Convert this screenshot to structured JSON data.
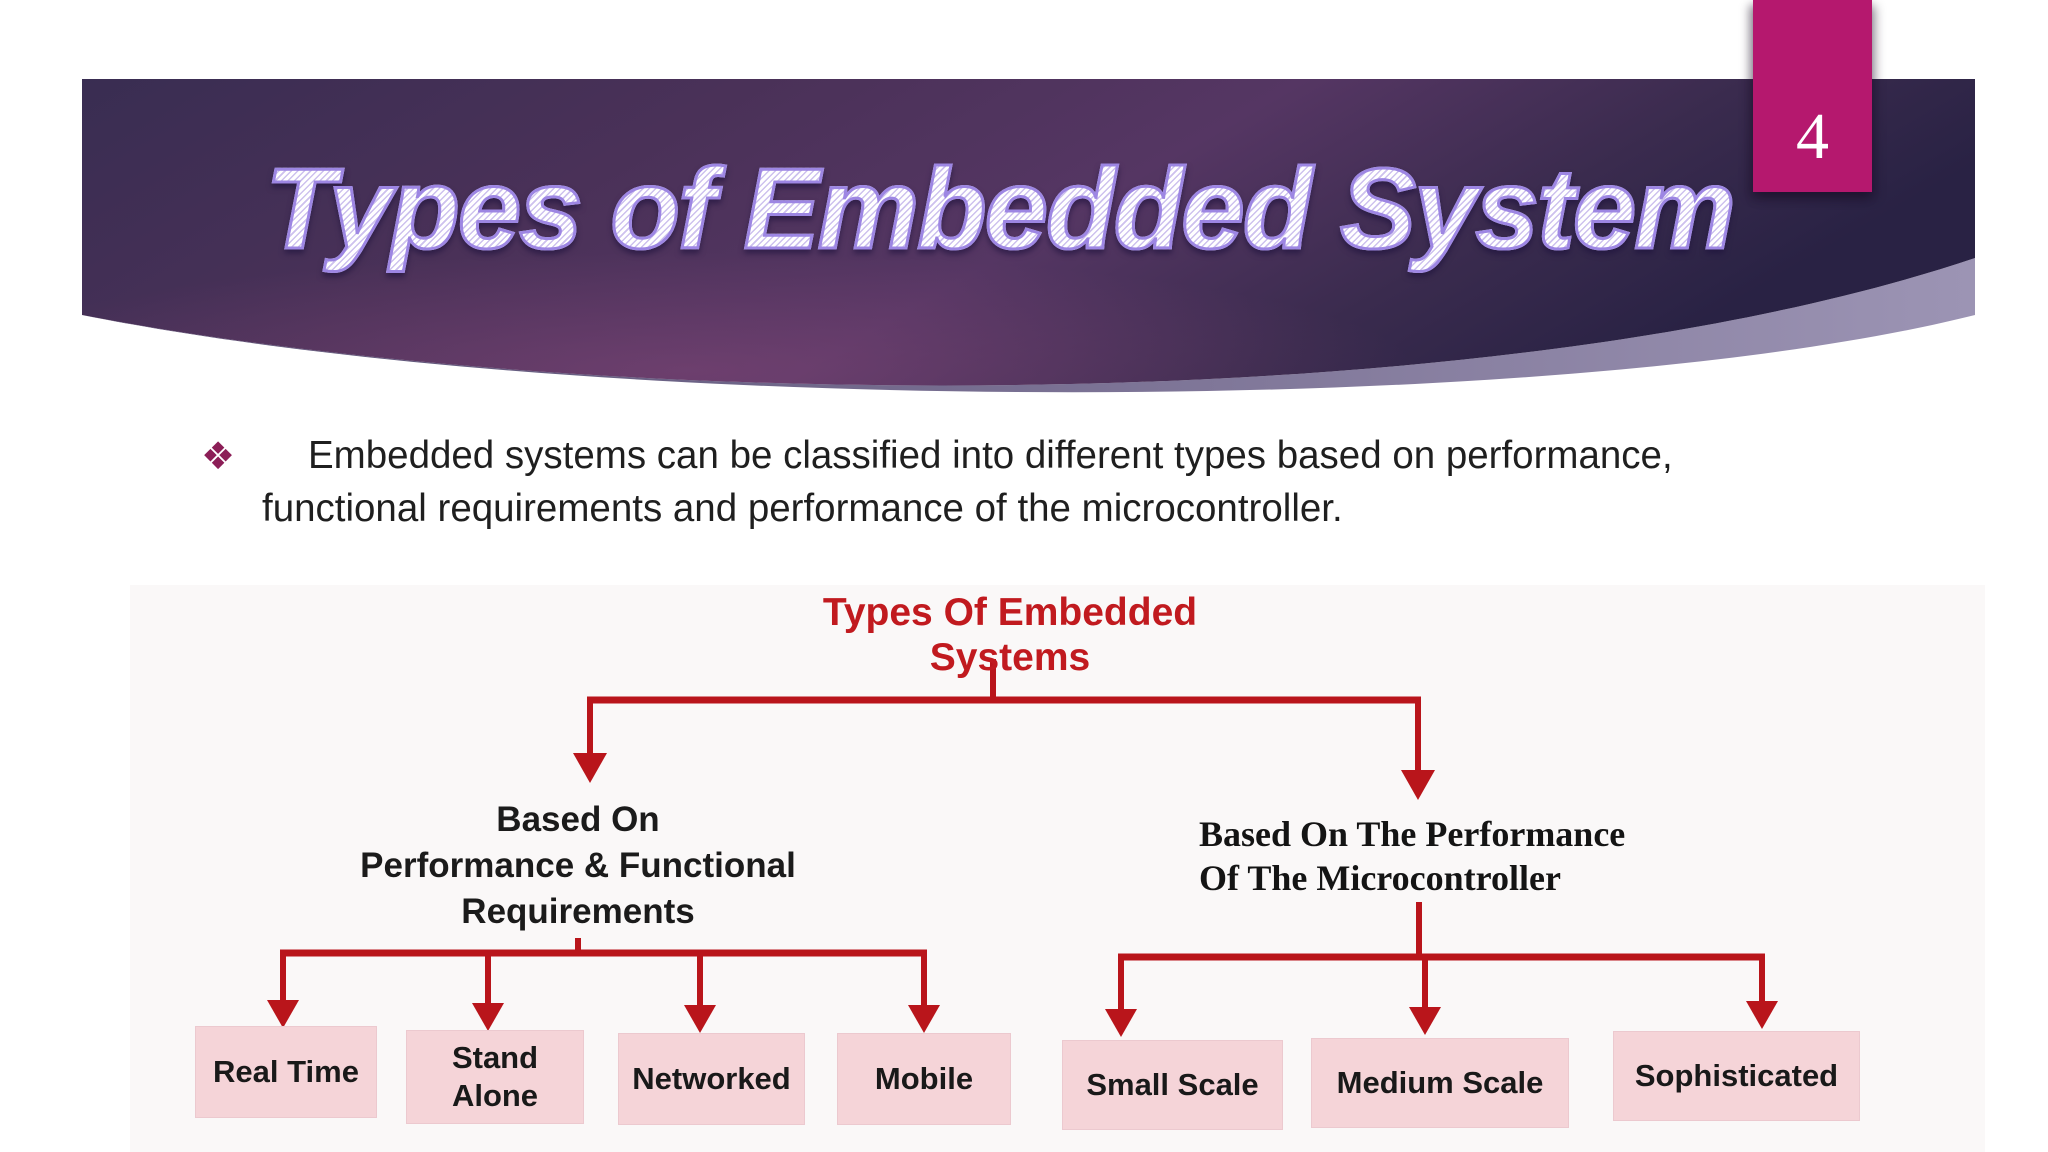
{
  "slide": {
    "title": "Types of Embedded System",
    "page_number": "4",
    "bullet": {
      "marker": "❖",
      "text": "Embedded systems can be classified into different types based on performance,\nfunctional requirements and performance of the microcontroller."
    }
  },
  "diagram": {
    "root_label": "Types Of Embedded\nSystems",
    "branches": [
      {
        "label": "Based On\nPerformance & Functional\nRequirements",
        "children": [
          "Real Time",
          "Stand\nAlone",
          "Networked",
          "Mobile"
        ]
      },
      {
        "label": "Based On The Performance\nOf The Microcontroller",
        "children": [
          "Small Scale",
          "Medium Scale",
          "Sophisticated"
        ]
      }
    ],
    "colors": {
      "connector_red": "#b9151b",
      "root_text_red": "#c11a1f",
      "leaf_fill_pink": "#f5d4d8",
      "label_text": "#1b1b1b"
    }
  },
  "theme": {
    "page_tab_pink": "#b5186e",
    "header_purple_dark": "#292244",
    "header_purple_mid": "#553663",
    "header_swoosh_light": "#9c94b4",
    "title_outline_lavender": "#9d86e3"
  }
}
